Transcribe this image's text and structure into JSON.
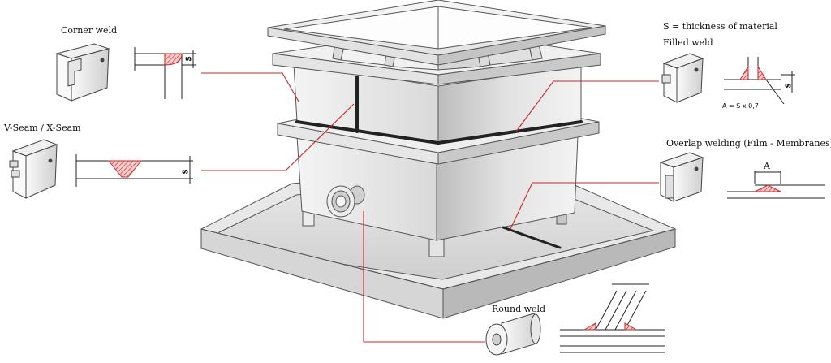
{
  "labels": {
    "corner_weld": "Corner weld",
    "v_seam": "V-Seam  /  X-Seam",
    "thickness_note": "S = thickness of material",
    "filled_weld": "Filled weld",
    "filled_formula": "A = S x 0,7",
    "overlap_welding": "Overlap welding (Film - Membranes)",
    "round_weld": "Round weld",
    "dim_s": "S",
    "dim_a": "A"
  },
  "colors": {
    "leader_line": "#c62828",
    "weld_fill": "#e57373",
    "seam": "#222222",
    "outline": "#444444"
  }
}
